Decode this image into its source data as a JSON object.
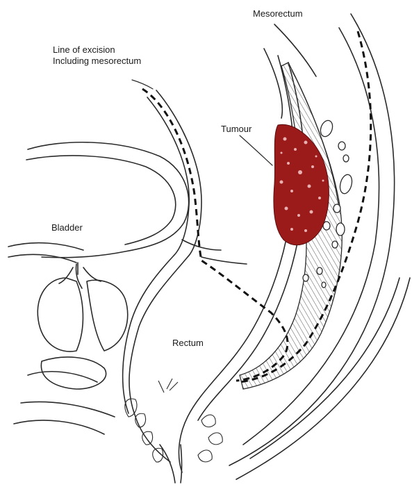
{
  "labels": {
    "mesorectum": "Mesorectum",
    "line_of_excision_1": "Line of excision",
    "line_of_excision_2": "Including mesorectum",
    "tumour": "Tumour",
    "bladder": "Bladder",
    "rectum": "Rectum"
  },
  "colors": {
    "line": "#2a2a2a",
    "tumour": "#9b1b1b",
    "tumour_speckle": "#e8b0b0",
    "hatch": "#555555",
    "background": "#ffffff"
  }
}
